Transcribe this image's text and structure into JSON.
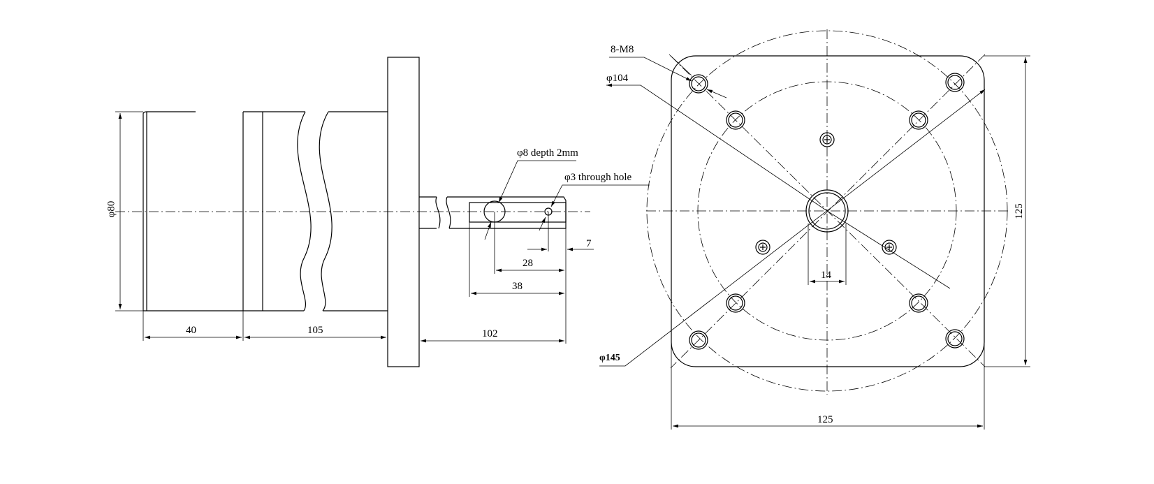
{
  "side_view": {
    "dia_body": "φ80",
    "len_40": "40",
    "len_105": "105",
    "len_102": "102",
    "hole1": "φ8 depth 2mm",
    "hole2": "φ3 through hole",
    "dim_7": "7",
    "dim_28": "28",
    "dim_38": "38"
  },
  "front_view": {
    "bolts": "8-M8",
    "pcd_inner": "φ104",
    "pcd_outer": "φ145",
    "width": "125",
    "height": "125",
    "shaft_flat": "14"
  }
}
